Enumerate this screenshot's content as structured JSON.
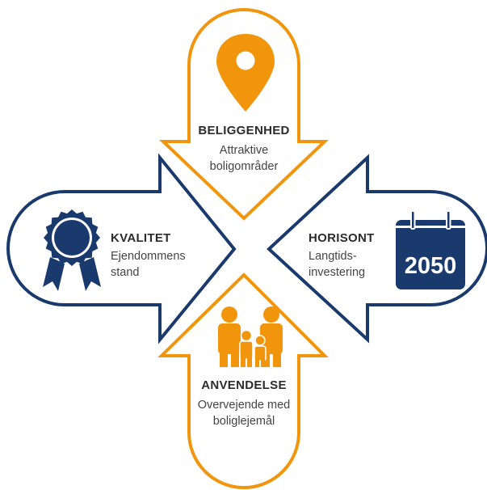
{
  "colors": {
    "orange": "#F0950C",
    "blue": "#1A3A6E",
    "white": "#FFFFFF"
  },
  "top": {
    "icon": "location-pin-icon",
    "title": "BELIGGENHED",
    "line1": "Attraktive",
    "line2": "boligområder"
  },
  "left": {
    "icon": "award-ribbon-icon",
    "title": "KVALITET",
    "line1": "Ejendommens",
    "line2": "stand"
  },
  "right": {
    "icon": "calendar-icon",
    "title": "HORISONT",
    "line1": "Langtids-",
    "line2": "investering",
    "calendar_year": "2050"
  },
  "bottom": {
    "icon": "family-icon",
    "title": "ANVENDELSE",
    "line1": "Overvejende med",
    "line2": "boliglejemål"
  }
}
